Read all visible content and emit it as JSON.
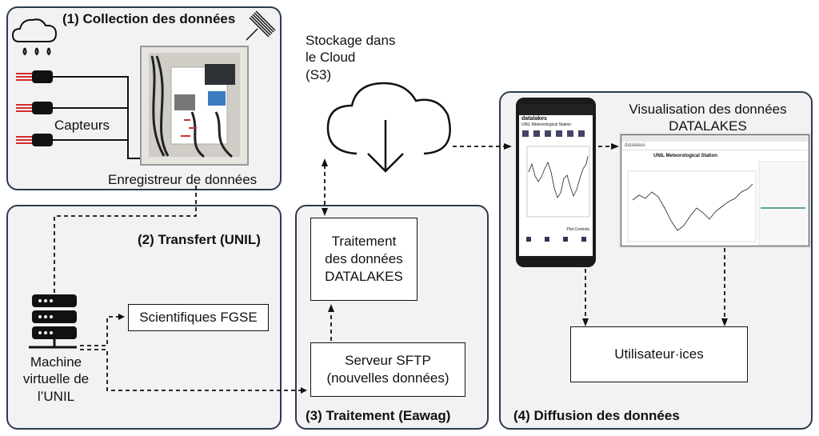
{
  "panels": {
    "collection": {
      "title": "(1)  Collection des données",
      "sensors_label": "Capteurs",
      "logger_label": "Enregistreur de données"
    },
    "transfer": {
      "title": "(2) Transfert (UNIL)",
      "scientists_label": "Scientifiques FGSE",
      "vm_label": "Machine\nvirtuelle de\nl’UNIL"
    },
    "processing": {
      "title": "(3) Traitement (Eawag)",
      "datalakes_processing": "Traitement\ndes données\nDATALAKES",
      "sftp_server": "Serveur SFTP\n(nouvelles données)"
    },
    "diffusion": {
      "title": "(4) Diffusion des données",
      "visualisation_label": "Visualisation des données\nDATALAKES",
      "users_label": "Utilisateur·ices"
    }
  },
  "cloud": {
    "label": "Stockage dans\nle Cloud\n(S3)"
  },
  "phone": {
    "app_name": "datalakes",
    "station_title": "UNIL Meteorological Station",
    "plot_controls": "Plot Controls"
  },
  "browser": {
    "app_name": "datalakes",
    "station_title": "UNIL Meteorological Station",
    "plot_title": "UNIL Meteorological Station"
  },
  "colors": {
    "panel_border": "#2b3b4f",
    "panel_fill": "#f2f2f2",
    "sensor_tip": "#d42a2a"
  }
}
